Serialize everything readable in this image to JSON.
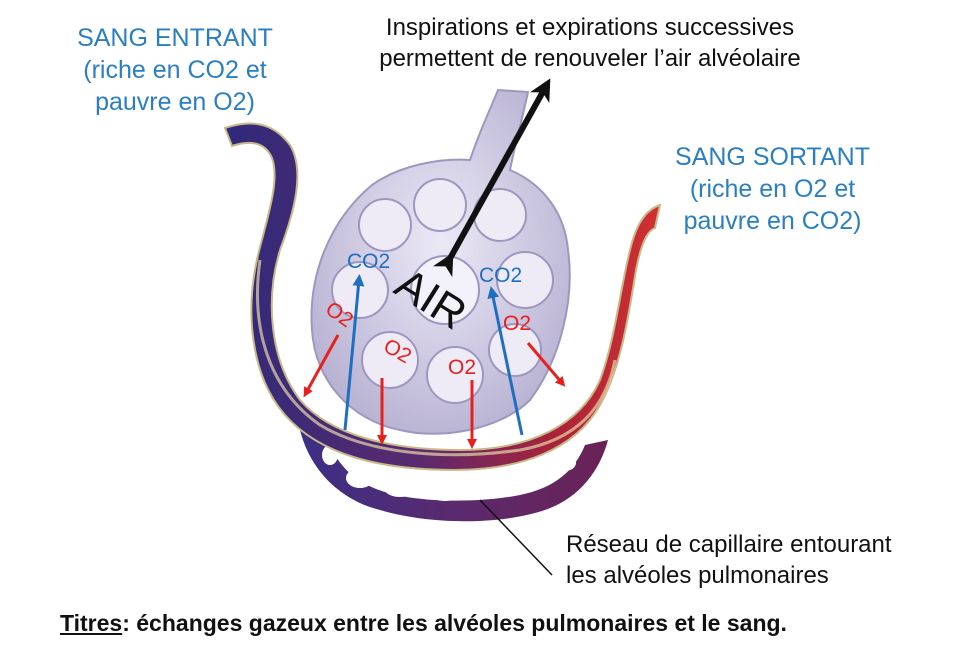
{
  "labels": {
    "entrant": [
      "SANG ENTRANT",
      "(riche en CO2 et",
      "pauvre en O2)"
    ],
    "sortant": [
      "SANG SORTANT",
      "(riche en O2 et",
      "pauvre en CO2)"
    ],
    "breathing": [
      "Inspirations et expirations successives",
      "permettent de renouveler l’air alvéolaire"
    ],
    "network": [
      "Réseau de capillaire entourant",
      "les alvéoles pulmonaires"
    ],
    "air": "AIR",
    "co2": "CO2",
    "o2": "O2"
  },
  "caption": {
    "prefix": "Titres",
    "text": ": échanges gazeux entre les alvéoles pulmonaires et le sang."
  },
  "colors": {
    "blue_text": "#2a7fc2",
    "red_arrow": "#e8201c",
    "blue_arrow": "#1f6fc0",
    "venous": "#3a2f8c",
    "arterial": "#c0283a",
    "alveolus": "#c9c4de"
  }
}
